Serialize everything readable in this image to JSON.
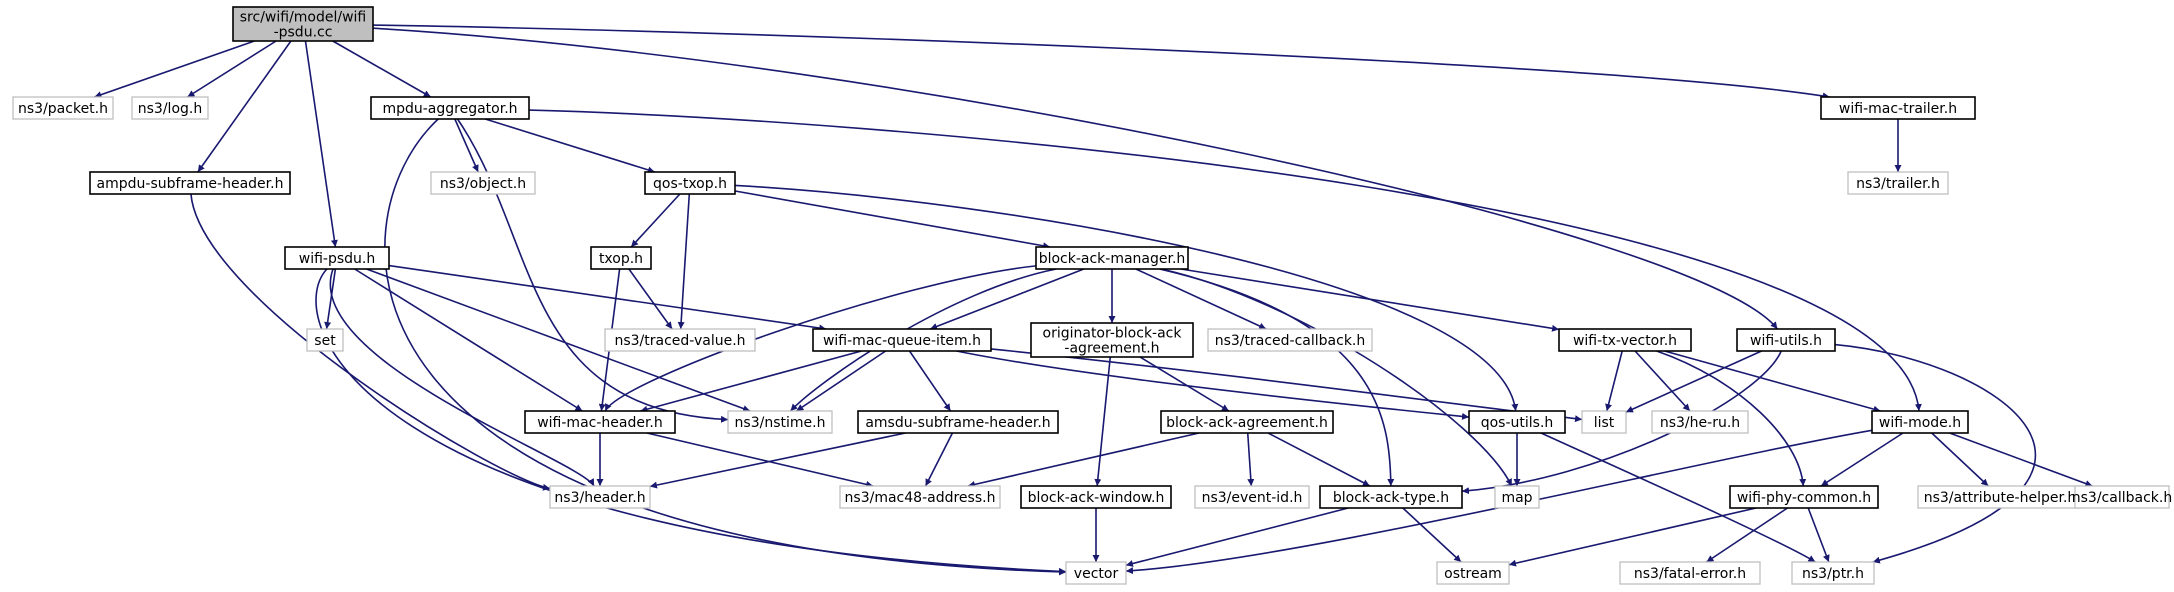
{
  "graph": {
    "root_id": "psdu_cc",
    "nodes": [
      {
        "id": "psdu_cc",
        "lines": [
          "src/wifi/model/wifi",
          "-psdu.cc"
        ],
        "kind": "root"
      },
      {
        "id": "packet",
        "lines": [
          "ns3/packet.h"
        ],
        "kind": "external"
      },
      {
        "id": "log",
        "lines": [
          "ns3/log.h"
        ],
        "kind": "external"
      },
      {
        "id": "mpdu_agg",
        "lines": [
          "mpdu-aggregator.h"
        ],
        "kind": "project"
      },
      {
        "id": "ampdu_sub",
        "lines": [
          "ampdu-subframe-header.h"
        ],
        "kind": "project"
      },
      {
        "id": "wifi_psdu",
        "lines": [
          "wifi-psdu.h"
        ],
        "kind": "project"
      },
      {
        "id": "mac_trailer",
        "lines": [
          "wifi-mac-trailer.h"
        ],
        "kind": "project"
      },
      {
        "id": "trailer",
        "lines": [
          "ns3/trailer.h"
        ],
        "kind": "external"
      },
      {
        "id": "object",
        "lines": [
          "ns3/object.h"
        ],
        "kind": "external"
      },
      {
        "id": "qos_txop",
        "lines": [
          "qos-txop.h"
        ],
        "kind": "project"
      },
      {
        "id": "txop",
        "lines": [
          "txop.h"
        ],
        "kind": "project"
      },
      {
        "id": "bam",
        "lines": [
          "block-ack-manager.h"
        ],
        "kind": "project"
      },
      {
        "id": "set",
        "lines": [
          "set"
        ],
        "kind": "external"
      },
      {
        "id": "traced_value",
        "lines": [
          "ns3/traced-value.h"
        ],
        "kind": "external"
      },
      {
        "id": "queue_item",
        "lines": [
          "wifi-mac-queue-item.h"
        ],
        "kind": "project"
      },
      {
        "id": "orig_baa",
        "lines": [
          "originator-block-ack",
          "-agreement.h"
        ],
        "kind": "project"
      },
      {
        "id": "traced_cb",
        "lines": [
          "ns3/traced-callback.h"
        ],
        "kind": "external"
      },
      {
        "id": "tx_vector",
        "lines": [
          "wifi-tx-vector.h"
        ],
        "kind": "project"
      },
      {
        "id": "wifi_utils",
        "lines": [
          "wifi-utils.h"
        ],
        "kind": "project"
      },
      {
        "id": "mac_header",
        "lines": [
          "wifi-mac-header.h"
        ],
        "kind": "project"
      },
      {
        "id": "nstime",
        "lines": [
          "ns3/nstime.h"
        ],
        "kind": "external"
      },
      {
        "id": "amsdu_sub",
        "lines": [
          "amsdu-subframe-header.h"
        ],
        "kind": "project"
      },
      {
        "id": "baa",
        "lines": [
          "block-ack-agreement.h"
        ],
        "kind": "project"
      },
      {
        "id": "qos_utils",
        "lines": [
          "qos-utils.h"
        ],
        "kind": "project"
      },
      {
        "id": "list",
        "lines": [
          "list"
        ],
        "kind": "external"
      },
      {
        "id": "he_ru",
        "lines": [
          "ns3/he-ru.h"
        ],
        "kind": "external"
      },
      {
        "id": "wifi_mode",
        "lines": [
          "wifi-mode.h"
        ],
        "kind": "project"
      },
      {
        "id": "header",
        "lines": [
          "ns3/header.h"
        ],
        "kind": "external"
      },
      {
        "id": "mac48",
        "lines": [
          "ns3/mac48-address.h"
        ],
        "kind": "external"
      },
      {
        "id": "baw",
        "lines": [
          "block-ack-window.h"
        ],
        "kind": "project"
      },
      {
        "id": "event_id",
        "lines": [
          "ns3/event-id.h"
        ],
        "kind": "external"
      },
      {
        "id": "bat",
        "lines": [
          "block-ack-type.h"
        ],
        "kind": "project"
      },
      {
        "id": "map",
        "lines": [
          "map"
        ],
        "kind": "external"
      },
      {
        "id": "phy_common",
        "lines": [
          "wifi-phy-common.h"
        ],
        "kind": "project"
      },
      {
        "id": "attr_helper",
        "lines": [
          "ns3/attribute-helper.h"
        ],
        "kind": "external"
      },
      {
        "id": "callback",
        "lines": [
          "ns3/callback.h"
        ],
        "kind": "external"
      },
      {
        "id": "vector",
        "lines": [
          "vector"
        ],
        "kind": "external"
      },
      {
        "id": "ostream",
        "lines": [
          "ostream"
        ],
        "kind": "external"
      },
      {
        "id": "fatal_error",
        "lines": [
          "ns3/fatal-error.h"
        ],
        "kind": "external"
      },
      {
        "id": "ptr",
        "lines": [
          "ns3/ptr.h"
        ],
        "kind": "external"
      }
    ],
    "edges": [
      [
        "psdu_cc",
        "packet"
      ],
      [
        "psdu_cc",
        "log"
      ],
      [
        "psdu_cc",
        "mpdu_agg"
      ],
      [
        "psdu_cc",
        "ampdu_sub"
      ],
      [
        "psdu_cc",
        "wifi_psdu"
      ],
      [
        "psdu_cc",
        "mac_trailer"
      ],
      [
        "psdu_cc",
        "wifi_utils"
      ],
      [
        "mac_trailer",
        "trailer"
      ],
      [
        "mpdu_agg",
        "object"
      ],
      [
        "mpdu_agg",
        "qos_txop"
      ],
      [
        "mpdu_agg",
        "vector"
      ],
      [
        "mpdu_agg",
        "nstime"
      ],
      [
        "mpdu_agg",
        "wifi_mode"
      ],
      [
        "ampdu_sub",
        "header"
      ],
      [
        "qos_txop",
        "txop"
      ],
      [
        "qos_txop",
        "traced_value"
      ],
      [
        "qos_txop",
        "bam"
      ],
      [
        "qos_txop",
        "qos_utils"
      ],
      [
        "txop",
        "traced_value"
      ],
      [
        "txop",
        "mac_header"
      ],
      [
        "wifi_psdu",
        "set"
      ],
      [
        "wifi_psdu",
        "queue_item"
      ],
      [
        "wifi_psdu",
        "mac_header"
      ],
      [
        "wifi_psdu",
        "nstime"
      ],
      [
        "wifi_psdu",
        "vector"
      ],
      [
        "wifi_psdu",
        "header"
      ],
      [
        "bam",
        "queue_item"
      ],
      [
        "bam",
        "orig_baa"
      ],
      [
        "bam",
        "traced_cb"
      ],
      [
        "bam",
        "tx_vector"
      ],
      [
        "bam",
        "mac_header"
      ],
      [
        "bam",
        "nstime"
      ],
      [
        "bam",
        "bat"
      ],
      [
        "bam",
        "map"
      ],
      [
        "queue_item",
        "mac_header"
      ],
      [
        "queue_item",
        "nstime"
      ],
      [
        "queue_item",
        "amsdu_sub"
      ],
      [
        "queue_item",
        "qos_utils"
      ],
      [
        "queue_item",
        "list"
      ],
      [
        "orig_baa",
        "baa"
      ],
      [
        "orig_baa",
        "baw"
      ],
      [
        "tx_vector",
        "list"
      ],
      [
        "tx_vector",
        "he_ru"
      ],
      [
        "tx_vector",
        "wifi_mode"
      ],
      [
        "tx_vector",
        "phy_common"
      ],
      [
        "wifi_utils",
        "list"
      ],
      [
        "wifi_utils",
        "bat"
      ],
      [
        "wifi_utils",
        "ptr"
      ],
      [
        "mac_header",
        "header"
      ],
      [
        "mac_header",
        "mac48"
      ],
      [
        "amsdu_sub",
        "header"
      ],
      [
        "amsdu_sub",
        "mac48"
      ],
      [
        "baa",
        "mac48"
      ],
      [
        "baa",
        "event_id"
      ],
      [
        "baa",
        "bat"
      ],
      [
        "qos_utils",
        "map"
      ],
      [
        "qos_utils",
        "ptr"
      ],
      [
        "wifi_mode",
        "vector"
      ],
      [
        "wifi_mode",
        "phy_common"
      ],
      [
        "wifi_mode",
        "attr_helper"
      ],
      [
        "wifi_mode",
        "callback"
      ],
      [
        "baw",
        "vector"
      ],
      [
        "bat",
        "vector"
      ],
      [
        "bat",
        "ostream"
      ],
      [
        "phy_common",
        "ostream"
      ],
      [
        "phy_common",
        "fatal_error"
      ],
      [
        "phy_common",
        "ptr"
      ]
    ]
  }
}
